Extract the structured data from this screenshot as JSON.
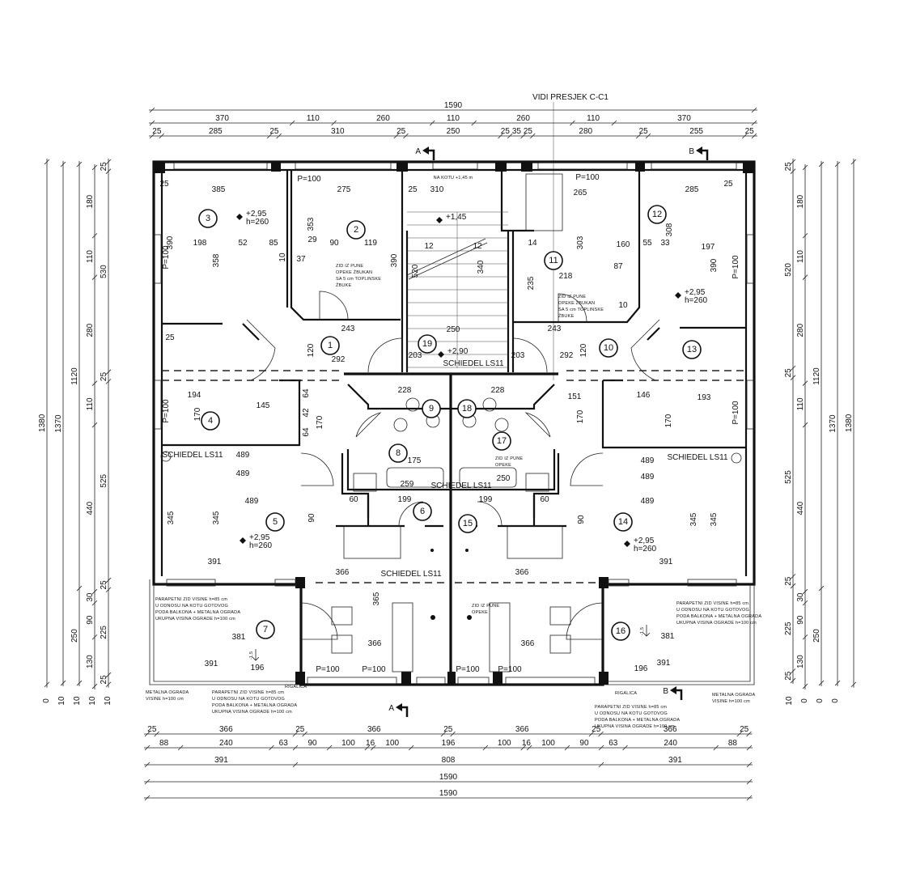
{
  "drawing": {
    "section_note": "VIDI PRESJEK C-C1",
    "section_marks": [
      "A",
      "B",
      "A",
      "B"
    ],
    "chimney_label": "SCHIEDEL LS11",
    "stair_note": "NA KOTU +1,45 m",
    "wall_note_full": [
      "ZID IZ PUNE",
      "OPEKE ŽBUKAN",
      "SA 5 cm TOPLINSKE",
      "ŽBUKE"
    ],
    "wall_note_short": [
      "ZID IZ PUNE",
      "OPEKE"
    ],
    "parapet_note": [
      "PARAPETNI ZID VISINE h=85 cm",
      "U ODNOSU NA KOTU GOTOVOG",
      "PODA BALKONA + METALNA OGRADA",
      "UKUPNA VISINA OGRADE h=100 cm"
    ],
    "railing_note": [
      "METALNA OGRADA",
      "VISINE h=100 cm"
    ],
    "gutter_label": "RIGALICA",
    "window_label": "P=100",
    "balcony_level": "-1,5",
    "levels": [
      {
        "level": "+2,95",
        "height": "h=260"
      },
      {
        "level": "+2,95",
        "height": "h=260"
      },
      {
        "level": "+2,95",
        "height": "h=260"
      },
      {
        "level": "+2,95",
        "height": "h=260"
      },
      {
        "level": "+2,90",
        "height": ""
      },
      {
        "level": "+1,45",
        "height": ""
      }
    ],
    "rooms": [
      "1",
      "2",
      "3",
      "4",
      "5",
      "6",
      "7",
      "8",
      "9",
      "10",
      "11",
      "12",
      "13",
      "14",
      "15",
      "16",
      "17",
      "18",
      "19"
    ]
  },
  "dimensions": {
    "top": [
      [
        "1590"
      ],
      [
        "370",
        "110",
        "260",
        "110",
        "260",
        "110",
        "370"
      ],
      [
        "25",
        "285",
        "25",
        "310",
        "25",
        "250",
        "25",
        "35",
        "25",
        "280",
        "25",
        "255",
        "25"
      ]
    ],
    "bottom": [
      [
        "25",
        "366",
        "25",
        "366",
        "25",
        "366",
        "25",
        "366",
        "25"
      ],
      [
        "88",
        "240",
        "63",
        "90",
        "100",
        "16",
        "100",
        "196",
        "100",
        "16",
        "100",
        "90",
        "63",
        "240",
        "88"
      ],
      [
        "391",
        "808",
        "391"
      ],
      [
        "1590"
      ],
      [
        "1590"
      ]
    ],
    "left": [
      [
        "1380"
      ],
      [
        "1370"
      ],
      [
        "1120",
        "250"
      ],
      [
        "180",
        "110",
        "280",
        "110",
        "440",
        "30",
        "90",
        "130"
      ],
      [
        "25",
        "530",
        "25",
        "525",
        "25",
        "225",
        "25"
      ]
    ],
    "right": [
      [
        "25",
        "520",
        "25",
        "525",
        "25",
        "225",
        "25"
      ],
      [
        "180",
        "110",
        "280",
        "110",
        "440",
        "30",
        "90",
        "130"
      ],
      [
        "1120",
        "250"
      ],
      [
        "1370"
      ],
      [
        "1380"
      ]
    ],
    "bottom_small_left": [
      "0",
      "10",
      "10",
      "10",
      "10"
    ],
    "bottom_small_right": [
      "10",
      "0",
      "0",
      "0"
    ],
    "inner": [
      "385",
      "275",
      "310",
      "265",
      "285",
      "198",
      "52",
      "85",
      "90",
      "119",
      "29",
      "37",
      "358",
      "353",
      "390",
      "390",
      "390",
      "14",
      "160",
      "55",
      "33",
      "197",
      "308",
      "303",
      "87",
      "218",
      "235",
      "250",
      "292",
      "292",
      "203",
      "203",
      "120",
      "120",
      "243",
      "243",
      "194",
      "145",
      "146",
      "193",
      "151",
      "170",
      "170",
      "170",
      "170",
      "489",
      "489",
      "489",
      "489",
      "489",
      "489",
      "345",
      "345",
      "345",
      "345",
      "90",
      "90",
      "391",
      "391",
      "391",
      "391",
      "366",
      "366",
      "366",
      "366",
      "381",
      "381",
      "196",
      "196",
      "365",
      "175",
      "259",
      "250",
      "199",
      "199",
      "228",
      "228",
      "60",
      "60",
      "12",
      "12",
      "520",
      "340",
      "64",
      "42",
      "64",
      "10",
      "10",
      "25",
      "25",
      "25",
      "25"
    ]
  }
}
